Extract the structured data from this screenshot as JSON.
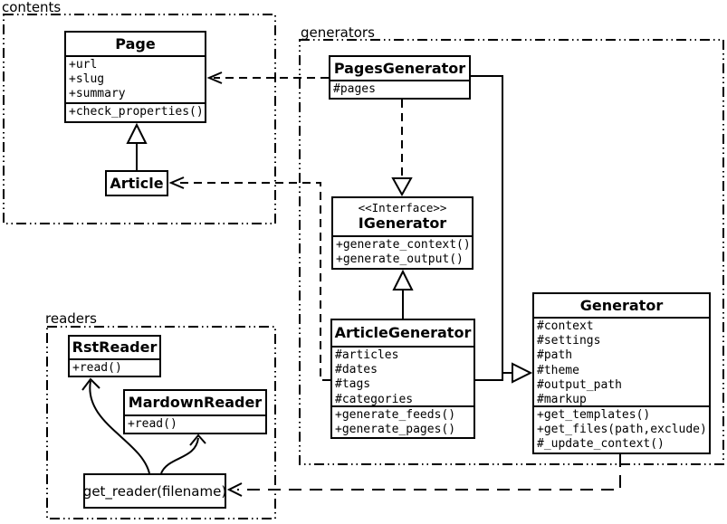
{
  "packages": {
    "contents": {
      "label": "contents"
    },
    "generators": {
      "label": "generators"
    },
    "readers": {
      "label": "readers"
    }
  },
  "classes": {
    "page": {
      "name": "Page",
      "attributes": [
        "+url",
        "+slug",
        "+summary"
      ],
      "methods": [
        "+check_properties()"
      ]
    },
    "article": {
      "name": "Article"
    },
    "pages_generator": {
      "name": "PagesGenerator",
      "attributes": [
        "#pages"
      ]
    },
    "igenerator": {
      "stereotype": "<<Interface>>",
      "name": "IGenerator",
      "methods": [
        "+generate_context()",
        "+generate_output()"
      ]
    },
    "article_generator": {
      "name": "ArticleGenerator",
      "attributes": [
        "#articles",
        "#dates",
        "#tags",
        "#categories"
      ],
      "methods": [
        "+generate_feeds()",
        "+generate_pages()"
      ]
    },
    "generator": {
      "name": "Generator",
      "attributes": [
        "#context",
        "#settings",
        "#path",
        "#theme",
        "#output_path",
        "#markup"
      ],
      "methods": [
        "+get_templates()",
        "+get_files(path,exclude)",
        "#_update_context()"
      ]
    },
    "rst_reader": {
      "name": "RstReader",
      "methods": [
        "+read()"
      ]
    },
    "mardown_reader": {
      "name": "MardownReader",
      "methods": [
        "+read()"
      ]
    },
    "get_reader": {
      "label": "get_reader(filename)"
    }
  },
  "relationships": [
    {
      "from": "Article",
      "to": "Page",
      "type": "inheritance"
    },
    {
      "from": "PagesGenerator",
      "to": "Page",
      "type": "dependency"
    },
    {
      "from": "PagesGenerator",
      "to": "IGenerator",
      "type": "realization"
    },
    {
      "from": "ArticleGenerator",
      "to": "IGenerator",
      "type": "inheritance"
    },
    {
      "from": "PagesGenerator",
      "to": "Generator",
      "type": "inheritance"
    },
    {
      "from": "ArticleGenerator",
      "to": "Generator",
      "type": "inheritance"
    },
    {
      "from": "ArticleGenerator",
      "to": "Article",
      "type": "dependency"
    },
    {
      "from": "Generator",
      "to": "get_reader(filename)",
      "type": "dependency"
    },
    {
      "from": "get_reader(filename)",
      "to": "RstReader",
      "type": "call"
    },
    {
      "from": "get_reader(filename)",
      "to": "MardownReader",
      "type": "call"
    }
  ],
  "colors": {
    "line": "#000000",
    "background": "#ffffff"
  }
}
